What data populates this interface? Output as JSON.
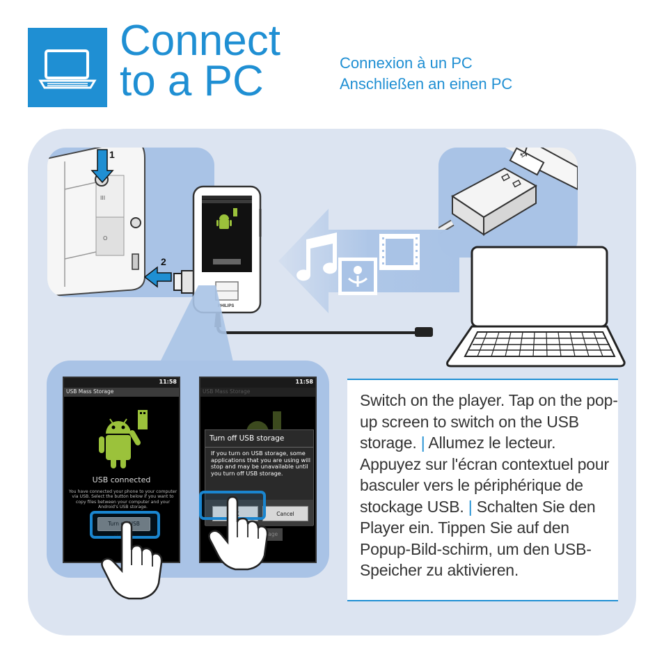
{
  "header": {
    "title_line1": "Connect",
    "title_line2": "to a PC",
    "subtitle_fr": "Connexion à un PC",
    "subtitle_de": "Anschließen an einen PC",
    "icon": "laptop-icon"
  },
  "colors": {
    "accent": "#1f8fd3",
    "panel_bg": "#dce4f1",
    "inset_bg": "#a9c3e6",
    "highlight": "#1a86d0"
  },
  "illustration": {
    "step1_label": "1",
    "step2_label": "2",
    "device_brand": "PHILIPS",
    "media_icons": [
      "music-note-icon",
      "image-icon",
      "film-icon"
    ]
  },
  "screen1": {
    "clock": "11:58",
    "app_title": "USB Mass Storage",
    "status_text": "USB connected",
    "explanation": "You have connected your phone to your computer via USB. Select the button below if you want to copy files between your computer and your Android's USB storage.",
    "button_label": "Turn off USB storage"
  },
  "screen2": {
    "clock": "11:58",
    "app_title": "USB Mass Storage",
    "dialog_title": "Turn off USB storage",
    "dialog_body": "If you turn on USB storage, some applications that you are using will stop and may be unavailable until you turn off USB storage.",
    "ok_label": "OK",
    "cancel_label": "Cancel",
    "background_button": "USB storage"
  },
  "instructions": {
    "en": "Switch on the player. Tap on the pop-up screen to switch on the USB storage.",
    "separator": "|",
    "fr": "Allumez le lecteur. Appuyez sur l'écran contextuel pour basculer vers le périphérique de stockage USB.",
    "de": "Schalten Sie den Player ein. Tippen Sie auf den Popup-Bild-schirm, um den USB-Speicher zu aktivieren."
  }
}
